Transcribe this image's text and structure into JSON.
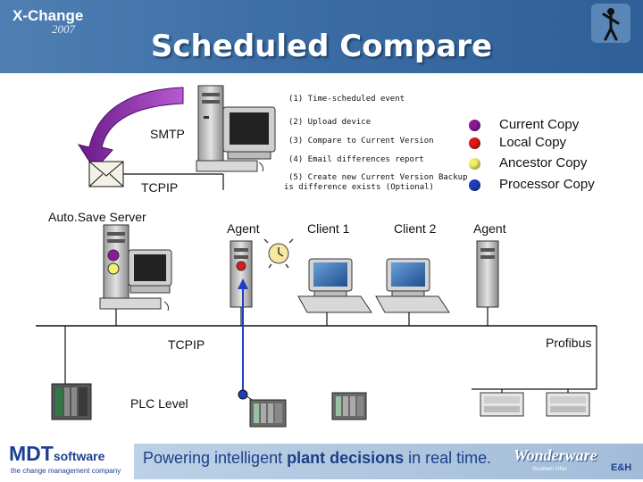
{
  "header": {
    "brand": "X-Change",
    "year": "2007",
    "title": "Scheduled Compare"
  },
  "steps": [
    "(1) Time-scheduled event",
    "(2) Upload device",
    "(3) Compare to Current Version",
    "(4) Email differences report",
    "(5) Create new Current Version Backup",
    "is difference exists (Optional)"
  ],
  "legend": [
    {
      "label": "Current Copy",
      "color": "#8b1a9a"
    },
    {
      "label": "Local Copy",
      "color": "#e01818"
    },
    {
      "label": "Ancestor Copy",
      "color": "#f2f06a"
    },
    {
      "label": "Processor Copy",
      "color": "#1f3fbf"
    }
  ],
  "labels": {
    "smtp": "SMTP",
    "tcpip_top": "TCPIP",
    "autosave_server": "Auto.Save Server",
    "agent_left": "Agent",
    "client1": "Client 1",
    "client2": "Client 2",
    "agent_right": "Agent",
    "tcpip_bottom": "TCPIP",
    "profibus": "Profibus",
    "plc_level": "PLC Level"
  },
  "footer": {
    "logo_main": "MDT",
    "logo_software": "software",
    "logo_sub": "the change management company",
    "tagline_a": "Powering intelligent ",
    "tagline_b": "plant decisions",
    "tagline_c": " in real time.",
    "partner": "Wonderware",
    "partner_sub": "Southern Ohio",
    "partner2": "E&H"
  }
}
